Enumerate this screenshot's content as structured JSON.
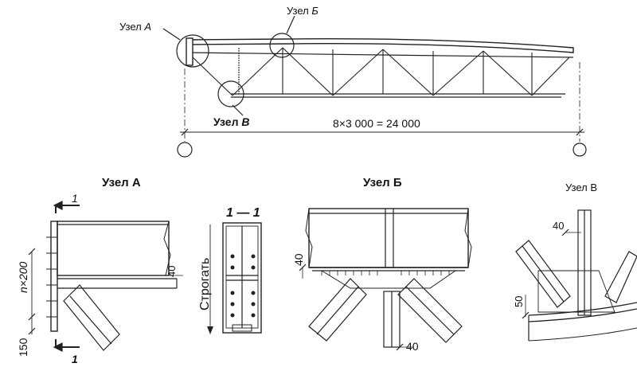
{
  "truss": {
    "node_a_label": "Узел",
    "node_a_letter": "А",
    "node_b_label": "Узел",
    "node_b_letter": "Б",
    "node_v_label": "Узел",
    "node_v_letter": "В",
    "span_label": "8×3 000 = 24 000"
  },
  "detail_a": {
    "title": "Узел А",
    "section_mark": "1",
    "dim_pitch": "n×200",
    "dim_bottom": "150",
    "dim_right": "40"
  },
  "section_11": {
    "title": "1 — 1",
    "note": "Строгать"
  },
  "detail_b": {
    "title": "Узел Б",
    "dim_left": "40",
    "dim_bottom": "40"
  },
  "detail_v": {
    "title": "Узел В",
    "dim_top": "40",
    "dim_left": "50"
  }
}
